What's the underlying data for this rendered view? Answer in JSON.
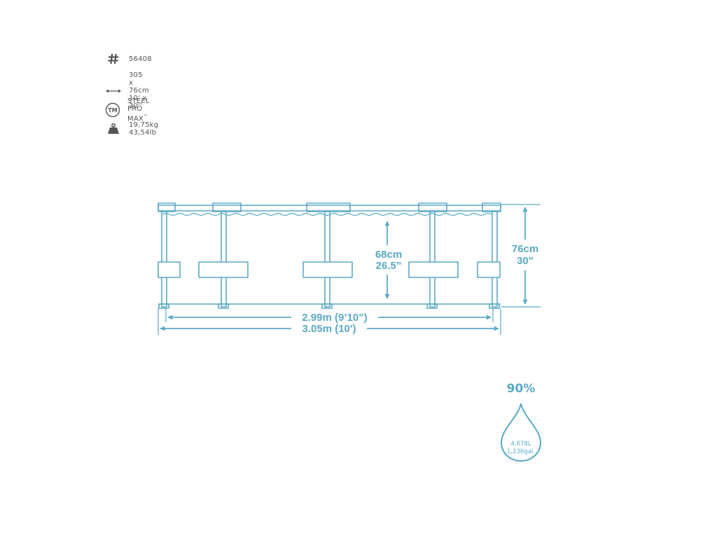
{
  "specs": {
    "model": "56408",
    "size_metric": "305 x 76cm",
    "size_imperial": "10' x 30''",
    "brand": "STEEL PRO MAX",
    "brand_mark": "™",
    "weight_kg": "19,75kg",
    "weight_lb": "43,54lb",
    "icons": [
      "hash-icon",
      "double-arrow-icon",
      "trademark-icon",
      "weight-icon"
    ]
  },
  "dimensions": {
    "inner_height_metric": "68cm",
    "inner_height_imperial": "26.5”",
    "outer_height_metric": "76cm",
    "outer_height_imperial": "30\"",
    "inner_width": "2.99m (9’10”)",
    "outer_width": "3.05m (10')"
  },
  "fill": {
    "percent_label": "90%",
    "liters": "4,678L",
    "gallons": "1,236gal."
  },
  "colors": {
    "accent": "#5ba9c6",
    "text": "#555555",
    "icon": "#555555"
  }
}
